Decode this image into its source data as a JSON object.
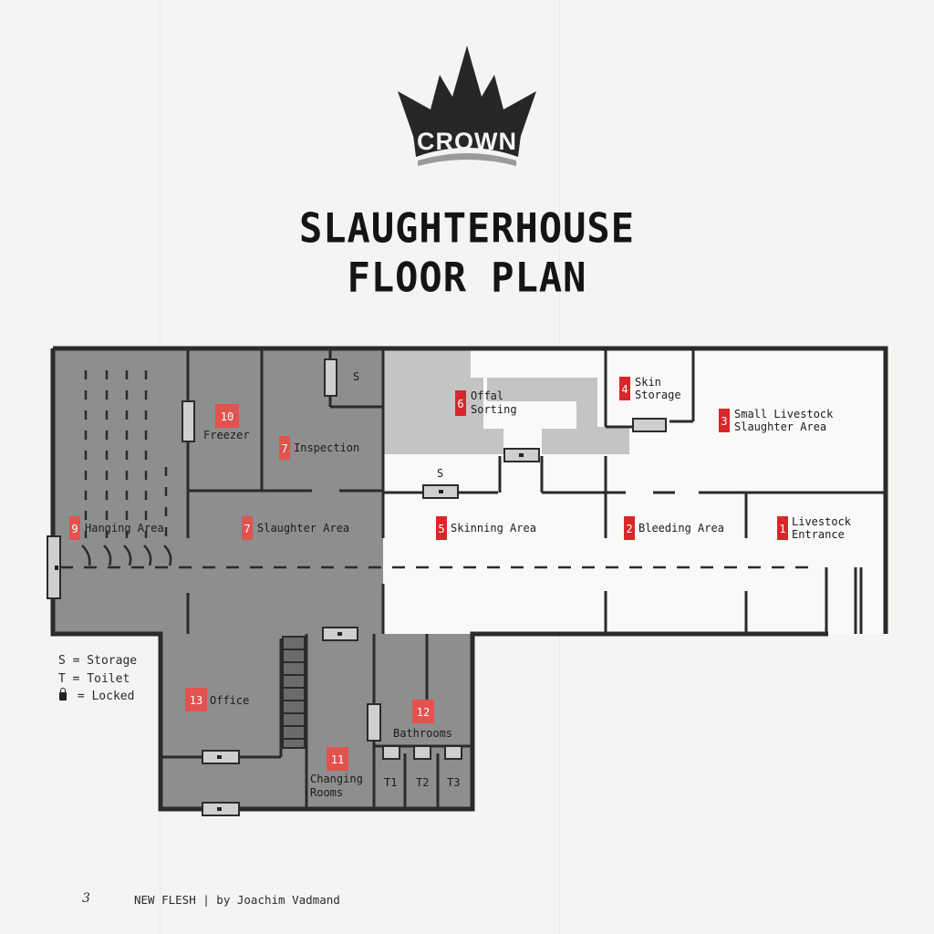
{
  "logo": {
    "text": "CROWN"
  },
  "title": {
    "line1": "SLAUGHTERHOUSE",
    "line2": "FLOOR PLAN"
  },
  "rooms": [
    {
      "id": "livestock-entrance",
      "number": "1",
      "lines": [
        "Livestock",
        "Entrance"
      ]
    },
    {
      "id": "bleeding-area",
      "number": "2",
      "lines": [
        "Bleeding Area"
      ]
    },
    {
      "id": "small-livestock",
      "number": "3",
      "lines": [
        "Small Livestock",
        "Slaughter Area"
      ]
    },
    {
      "id": "skin-storage",
      "number": "4",
      "lines": [
        "Skin",
        "Storage"
      ]
    },
    {
      "id": "skinning-area",
      "number": "5",
      "lines": [
        "Skinning Area"
      ]
    },
    {
      "id": "offal-sorting",
      "number": "6",
      "lines": [
        "Offal",
        "Sorting"
      ]
    },
    {
      "id": "inspection",
      "number": "7",
      "lines": [
        "Inspection"
      ]
    },
    {
      "id": "slaughter-area",
      "number": "7",
      "lines": [
        "Slaughter Area"
      ]
    },
    {
      "id": "hanging-area",
      "number": "9",
      "lines": [
        "Hanging Area"
      ]
    },
    {
      "id": "freezer",
      "number": "10",
      "lines": [
        "Freezer"
      ]
    },
    {
      "id": "changing-rooms",
      "number": "11",
      "lines": [
        "Changing",
        "Rooms"
      ]
    },
    {
      "id": "bathrooms",
      "number": "12",
      "lines": [
        "Bathrooms"
      ]
    },
    {
      "id": "office",
      "number": "13",
      "lines": [
        "Office"
      ]
    }
  ],
  "markers": {
    "storage_1": "S",
    "storage_2": "S",
    "toilet_1": "T1",
    "toilet_2": "T2",
    "toilet_3": "T3"
  },
  "legend": {
    "storage": "S = Storage",
    "toilet": "T = Toilet",
    "locked": " = Locked"
  },
  "footer": {
    "page_number": "3",
    "text": "NEW FLESH | by Joachim Vadmand"
  },
  "colors": {
    "wall": "#2b2b2b",
    "dark_zone": "#8e8e8e",
    "light_zone": "#c4c4c4",
    "floor": "#f9f9f8",
    "room_number_bg": "#d9262b",
    "room_number_faded": "#e2524f"
  }
}
